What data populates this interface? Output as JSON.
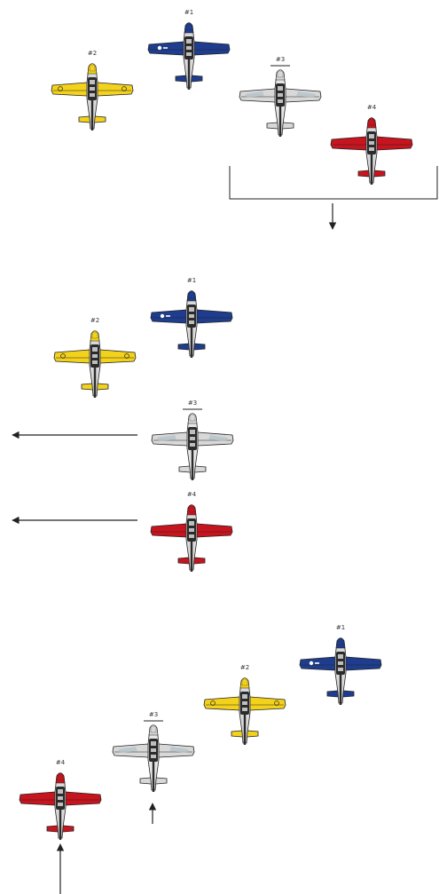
{
  "colors": {
    "blue": "#1f3d8f",
    "yellow": "#f3d21c",
    "silver": "#d8d8d8",
    "red": "#c8141e",
    "line": "#222222"
  },
  "planes": [
    {
      "id": "p1a",
      "label": "#1",
      "color": "blue",
      "cowl": "blue",
      "stripes": false,
      "wingmark": "star"
    },
    {
      "id": "p2a",
      "label": "#2",
      "color": "yellow",
      "cowl": "yellow",
      "stripes": false,
      "wingmark": "roundel"
    },
    {
      "id": "p3a",
      "label": "#3",
      "color": "silver",
      "cowl": "silver",
      "stripes": true,
      "wingmark": "none"
    },
    {
      "id": "p4a",
      "label": "#4",
      "color": "red",
      "cowl": "red",
      "stripes": false,
      "wingmark": "none"
    },
    {
      "id": "p1b",
      "label": "#1",
      "color": "blue",
      "cowl": "blue",
      "stripes": false,
      "wingmark": "star"
    },
    {
      "id": "p2b",
      "label": "#2",
      "color": "yellow",
      "cowl": "yellow",
      "stripes": false,
      "wingmark": "roundel"
    },
    {
      "id": "p3b",
      "label": "#3",
      "color": "silver",
      "cowl": "silver",
      "stripes": true,
      "wingmark": "none"
    },
    {
      "id": "p4b",
      "label": "#4",
      "color": "red",
      "cowl": "red",
      "stripes": false,
      "wingmark": "none"
    },
    {
      "id": "p1c",
      "label": "#1",
      "color": "blue",
      "cowl": "blue",
      "stripes": false,
      "wingmark": "star"
    },
    {
      "id": "p2c",
      "label": "#2",
      "color": "yellow",
      "cowl": "yellow",
      "stripes": false,
      "wingmark": "roundel"
    },
    {
      "id": "p3c",
      "label": "#3",
      "color": "silver",
      "cowl": "silver",
      "stripes": true,
      "wingmark": "none"
    },
    {
      "id": "p4c",
      "label": "#4",
      "color": "red",
      "cowl": "red",
      "stripes": false,
      "wingmark": "none"
    }
  ],
  "arrows": [
    {
      "id": "a-down",
      "direction": "down"
    },
    {
      "id": "a-left-3",
      "direction": "left"
    },
    {
      "id": "a-left-4",
      "direction": "left"
    },
    {
      "id": "a-up-3",
      "direction": "up"
    },
    {
      "id": "a-up-4",
      "direction": "up"
    }
  ]
}
